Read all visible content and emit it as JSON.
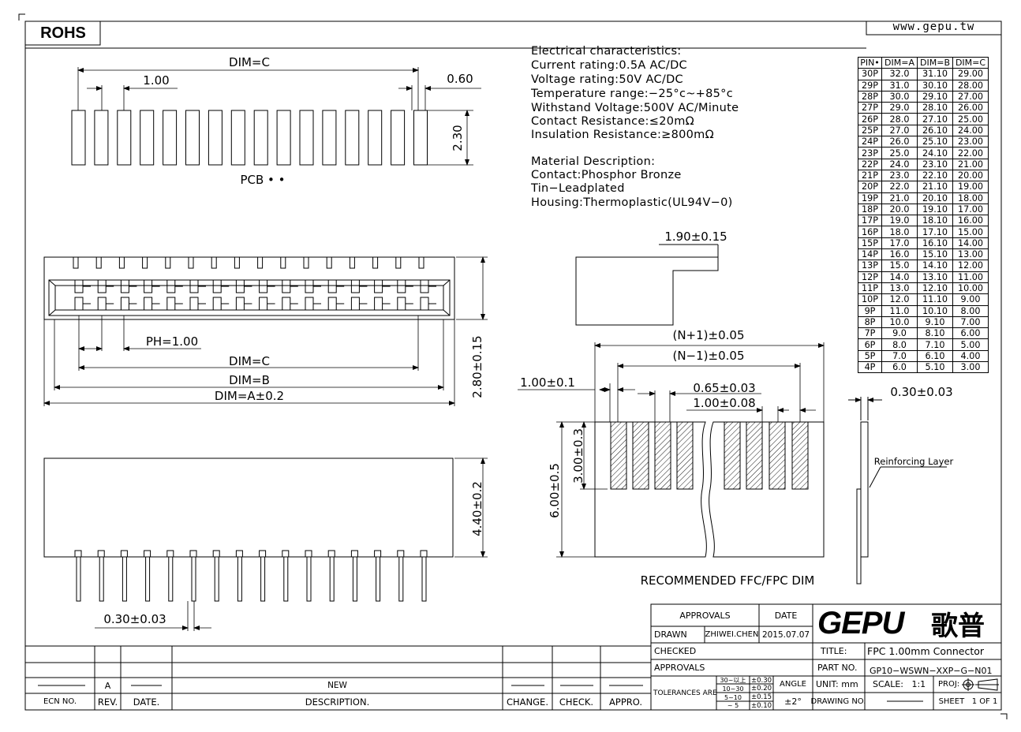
{
  "header": {
    "rohs": "ROHS",
    "website": "www.gepu.tw"
  },
  "specs": {
    "electrical_title": "Electrical characteristics:",
    "current": "Current rating:0.5A AC/DC",
    "voltage": "Voltage rating:50V AC/DC",
    "temperature": "Temperature range:−25°c~+85°c",
    "withstand": "Withstand Voltage:500V AC/Minute",
    "contact_res": "Contact Resistance:≤20mΩ",
    "insulation": "Insulation Resistance:≥800mΩ",
    "material_title": "Material Description:",
    "contact": "Contact:Phosphor Bronze",
    "plating": "Tin−Leadplated",
    "housing": "Housing:Thermoplastic(UL94V−0)"
  },
  "pin_table": {
    "headers": [
      "PIN•",
      "DIM=A",
      "DIM=B",
      "DIM=C"
    ],
    "rows": [
      [
        "30P",
        "32.0",
        "31.10",
        "29.00"
      ],
      [
        "29P",
        "31.0",
        "30.10",
        "28.00"
      ],
      [
        "28P",
        "30.0",
        "29.10",
        "27.00"
      ],
      [
        "27P",
        "29.0",
        "28.10",
        "26.00"
      ],
      [
        "26P",
        "28.0",
        "27.10",
        "25.00"
      ],
      [
        "25P",
        "27.0",
        "26.10",
        "24.00"
      ],
      [
        "24P",
        "26.0",
        "25.10",
        "23.00"
      ],
      [
        "23P",
        "25.0",
        "24.10",
        "22.00"
      ],
      [
        "22P",
        "24.0",
        "23.10",
        "21.00"
      ],
      [
        "21P",
        "23.0",
        "22.10",
        "20.00"
      ],
      [
        "20P",
        "22.0",
        "21.10",
        "19.00"
      ],
      [
        "19P",
        "21.0",
        "20.10",
        "18.00"
      ],
      [
        "18P",
        "20.0",
        "19.10",
        "17.00"
      ],
      [
        "17P",
        "19.0",
        "18.10",
        "16.00"
      ],
      [
        "16P",
        "18.0",
        "17.10",
        "15.00"
      ],
      [
        "15P",
        "17.0",
        "16.10",
        "14.00"
      ],
      [
        "14P",
        "16.0",
        "15.10",
        "13.00"
      ],
      [
        "13P",
        "15.0",
        "14.10",
        "12.00"
      ],
      [
        "12P",
        "14.0",
        "13.10",
        "11.00"
      ],
      [
        "11P",
        "13.0",
        "12.10",
        "10.00"
      ],
      [
        "10P",
        "12.0",
        "11.10",
        "9.00"
      ],
      [
        "9P",
        "11.0",
        "10.10",
        "8.00"
      ],
      [
        "8P",
        "10.0",
        "9.10",
        "7.00"
      ],
      [
        "7P",
        "9.0",
        "8.10",
        "6.00"
      ],
      [
        "6P",
        "8.0",
        "7.10",
        "5.00"
      ],
      [
        "5P",
        "7.0",
        "6.10",
        "4.00"
      ],
      [
        "4P",
        "6.0",
        "5.10",
        "3.00"
      ]
    ]
  },
  "dims": {
    "pcb_dim_c": "DIM=C",
    "pcb_pitch": "1.00",
    "pcb_width": "0.60",
    "pcb_height": "2.30",
    "pcb_label": "PCB • •",
    "front_ph": "PH=1.00",
    "front_dim_c": "DIM=C",
    "front_dim_b": "DIM=B",
    "front_dim_a": "DIM=A±0.2",
    "front_height": "2.80±0.15",
    "bottom_height": "4.40±0.2",
    "bottom_pin_w": "0.30±0.03",
    "side_tab": "1.90±0.15",
    "ffc_n_plus": "(N+1)±0.05",
    "ffc_n_minus": "(N−1)±0.05",
    "ffc_edge": "1.00±0.1",
    "ffc_width": "0.65±0.03",
    "ffc_pitch": "1.00±0.08",
    "ffc_contact_len": "3.00±0.3",
    "ffc_len": "6.00±0.5",
    "ffc_label": "RECOMMENDED FFC/FPC DIM",
    "thickness": "0.30±0.03",
    "reinforce": "Reinforcing Layer"
  },
  "title_block": {
    "approvals": "APPROVALS",
    "date": "DATE",
    "drawn": "DRAWN",
    "drawn_by": "ZHIWEI.CHEN",
    "drawn_date": "2015.07.07",
    "checked": "CHECKED",
    "approvals2": "APPROVALS",
    "logo": "GEPU",
    "logo_cn": "歌普",
    "title_label": "TITLE:",
    "title": "FPC 1.00mm Connector",
    "part_label": "PART NO.",
    "part_no": "GP10−WSWN−XXP−G−N01",
    "tolerances": "TOLERANCES ARE",
    "tol_rows": [
      [
        "30~以上",
        "±0.30"
      ],
      [
        "10~30",
        "±0.20"
      ],
      [
        "5~10",
        "±0.15"
      ],
      [
        "~ 5",
        "±0.10"
      ]
    ],
    "angle": "ANGLE",
    "angle_val": "±2°",
    "unit": "UNIT: mm",
    "scale": "SCALE:   1:1",
    "proj": "PROJ:",
    "drawing_no": "DRAWING NO.",
    "sheet": "SHEET   1 OF 1"
  },
  "revision": {
    "rev": "A",
    "desc": "NEW",
    "headers": [
      "ECN NO.",
      "REV.",
      "DATE.",
      "DESCRIPTION.",
      "CHANGE.",
      "CHECK.",
      "APPRO."
    ]
  }
}
